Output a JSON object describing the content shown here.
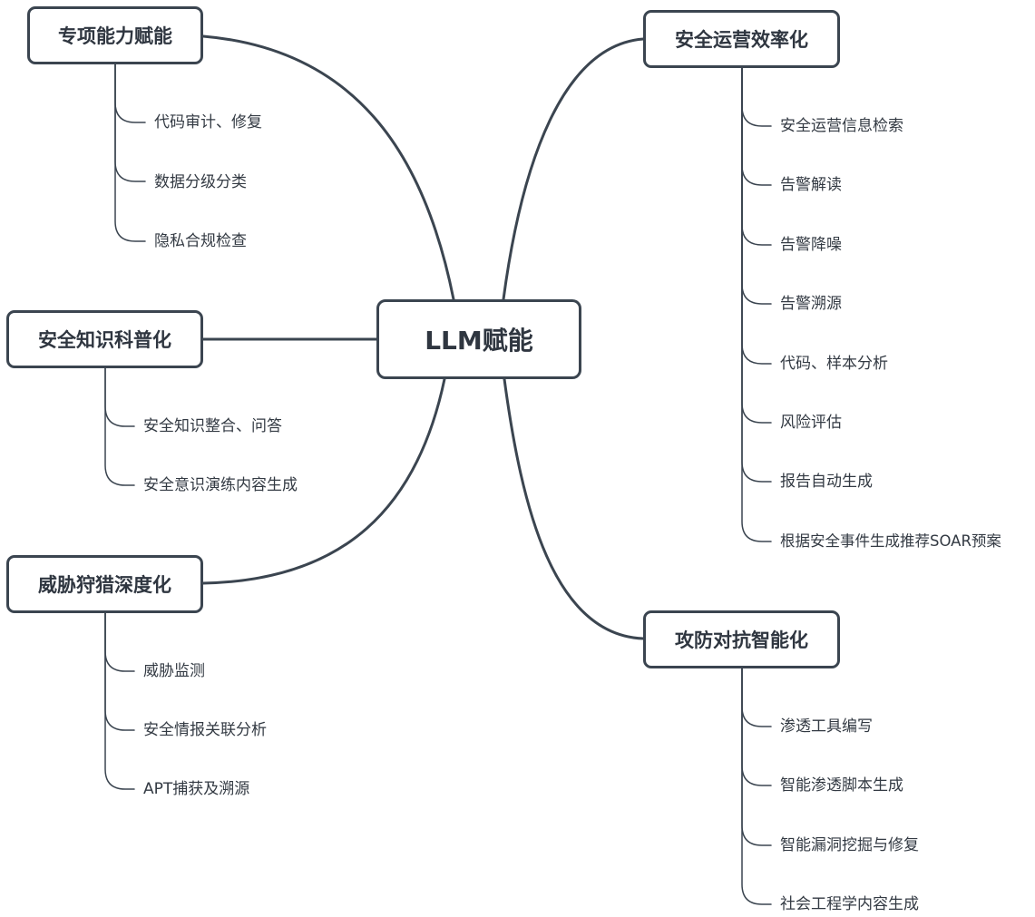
{
  "center": {
    "label": "LLM赋能"
  },
  "branches": [
    {
      "id": "specialized",
      "label": "专项能力赋能",
      "items": [
        "代码审计、修复",
        "数据分级分类",
        "隐私合规检查"
      ]
    },
    {
      "id": "knowledge",
      "label": "安全知识科普化",
      "items": [
        "安全知识整合、问答",
        "安全意识演练内容生成"
      ]
    },
    {
      "id": "hunting",
      "label": "威胁狩猎深度化",
      "items": [
        "威胁监测",
        "安全情报关联分析",
        "APT捕获及溯源"
      ]
    },
    {
      "id": "operations",
      "label": "安全运营效率化",
      "items": [
        "安全运营信息检索",
        "告警解读",
        "告警降噪",
        "告警溯源",
        "代码、样本分析",
        "风险评估",
        "报告自动生成",
        "根据安全事件生成推荐SOAR预案"
      ]
    },
    {
      "id": "offense-defense",
      "label": "攻防对抗智能化",
      "items": [
        "渗透工具编写",
        "智能渗透脚本生成",
        "智能漏洞挖掘与修复",
        "社会工程学内容生成"
      ]
    }
  ],
  "colors": {
    "line": "#3b4550",
    "text": "#333a43"
  }
}
